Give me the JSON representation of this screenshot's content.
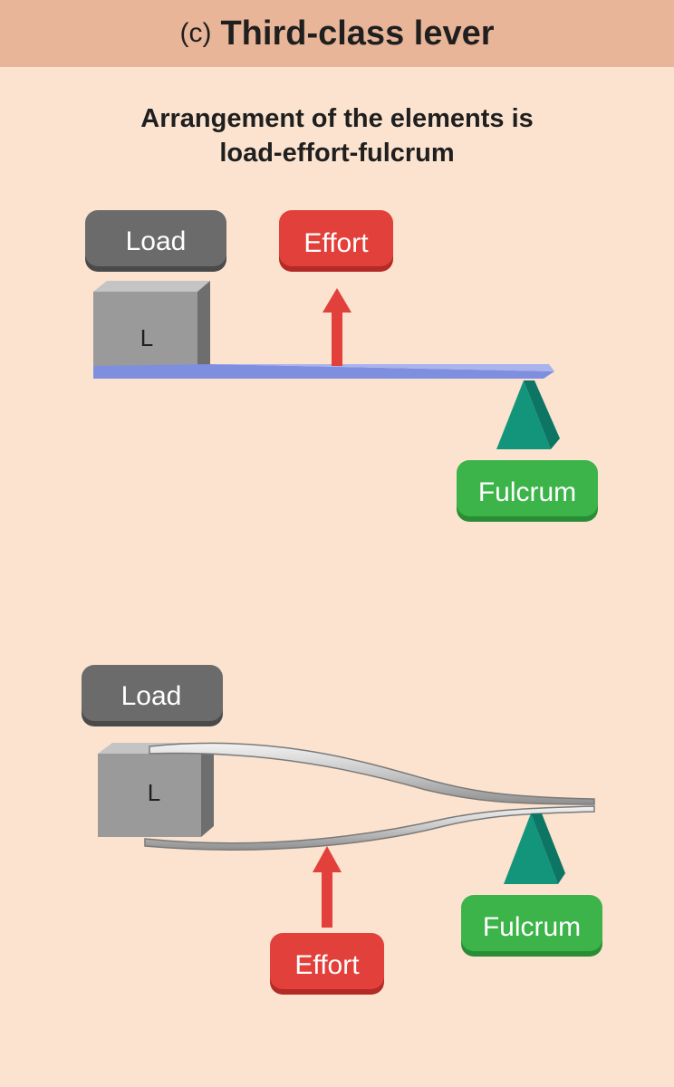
{
  "header": {
    "prefix": "(c)",
    "title": "Third-class lever"
  },
  "subtitle": {
    "line1": "Arrangement of the elements is",
    "line2": "load-effort-fulcrum"
  },
  "top_diagram": {
    "load_label": "Load",
    "load_box_letter": "L",
    "effort_label": "Effort",
    "fulcrum_label": "Fulcrum"
  },
  "bottom_diagram": {
    "load_label": "Load",
    "load_box_letter": "L",
    "effort_label": "Effort",
    "fulcrum_label": "Fulcrum"
  },
  "colors": {
    "background": "#fbe3cf",
    "header": "#e8b598",
    "load": "#6b6b6b",
    "effort": "#e2403b",
    "fulcrum": "#3cb44a",
    "fulcrum_wedge": "#13957c",
    "lever_bar": "#7f8fe0"
  }
}
